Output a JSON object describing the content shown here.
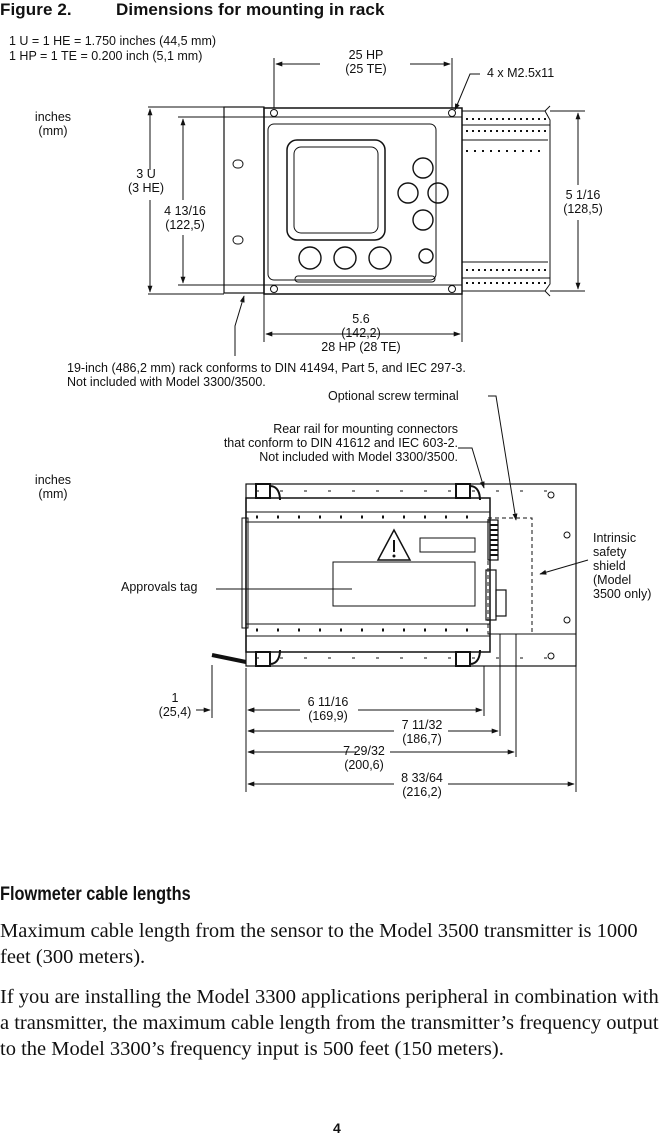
{
  "figure": {
    "label": "Figure 2.",
    "title": "Dimensions for mounting in rack"
  },
  "top_view": {
    "unit_note_1": "1 U = 1 HE = 1.750 inches (44,5 mm)",
    "unit_note_2": "1 HP = 1 TE = 0.200 inch (5,1 mm)",
    "units_1": "inches",
    "units_2": "(mm)",
    "hp_width_1": "25 HP",
    "hp_width_2": "(25 TE)",
    "screws": "4 x M2.5x11",
    "height_u_1": "3 U",
    "height_u_2": "(3 HE)",
    "height_in_1": "4 13/16",
    "height_in_2": "(122,5)",
    "right_height_1": "5 1/16",
    "right_height_2": "(128,5)",
    "bottom_width_1": "5.6",
    "bottom_width_2": "(142,2)",
    "bottom_width_3": "28 HP (28 TE)",
    "rack_note_1": "19-inch (486,2 mm) rack conforms to DIN 41494, Part 5, and IEC 297-3.",
    "rack_note_2": "Not included with Model 3300/3500."
  },
  "side_view": {
    "optional_screw": "Optional screw terminal",
    "rear_rail_1": "Rear rail for mounting connectors",
    "rear_rail_2": "that conform to DIN 41612 and IEC 603-2.",
    "rear_rail_3": "Not included with Model 3300/3500.",
    "units_1": "inches",
    "units_2": "(mm)",
    "shield_1": "Intrinsic",
    "shield_2": "safety",
    "shield_3": "shield",
    "shield_4": "(Model",
    "shield_5": "3500 only)",
    "approvals": "Approvals tag",
    "dim_a_1": "1",
    "dim_a_2": "(25,4)",
    "dim_b_1": "6 11/16",
    "dim_b_2": "(169,9)",
    "dim_c_1": "7 11/32",
    "dim_c_2": "(186,7)",
    "dim_d_1": "7 29/32",
    "dim_d_2": "(200,6)",
    "dim_e_1": "8 33/64",
    "dim_e_2": "(216,2)"
  },
  "section": {
    "heading": "Flowmeter cable lengths",
    "para_1": "Maximum cable length from the sensor to the Model 3500 transmitter is 1000 feet (300 meters).",
    "para_2": "If you are installing the Model 3300 applications peripheral in combination with a transmitter, the maximum cable length from the transmitter’s frequency output to the Model 3300’s frequency input is 500 feet (150 meters)."
  },
  "page_number": "4"
}
